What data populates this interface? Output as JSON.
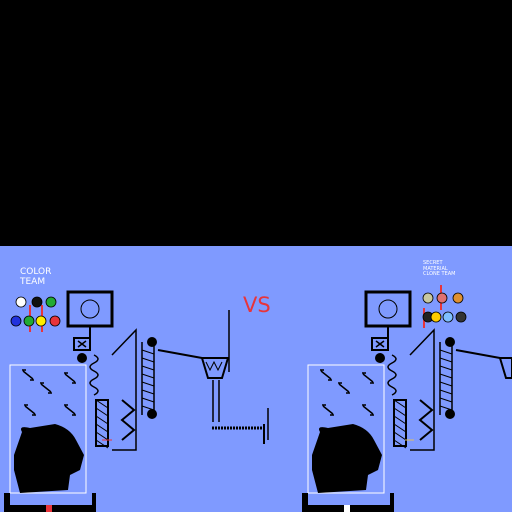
{
  "scene": {
    "colors": {
      "sky": "#000000",
      "ground": "#7f9aff",
      "line": "#000000",
      "accent_red": "#e8343a",
      "title_text": "#ffffff"
    }
  },
  "left_team": {
    "title": "COLOR\nTEAM",
    "member_colors": [
      "#ffffff",
      "#111111",
      "#22aa33",
      "#2233dd",
      "#22aa33",
      "#ffee00",
      "#e8343a"
    ]
  },
  "versus": {
    "label": "VS"
  },
  "right_team": {
    "title": "SECRET\nMATERIAL\nCLONE TEAM",
    "member_colors": [
      "#c8c8a0",
      "#e07070",
      "#e09030",
      "#222222",
      "#ffcc00",
      "#7fc0ff",
      "#333333"
    ]
  }
}
